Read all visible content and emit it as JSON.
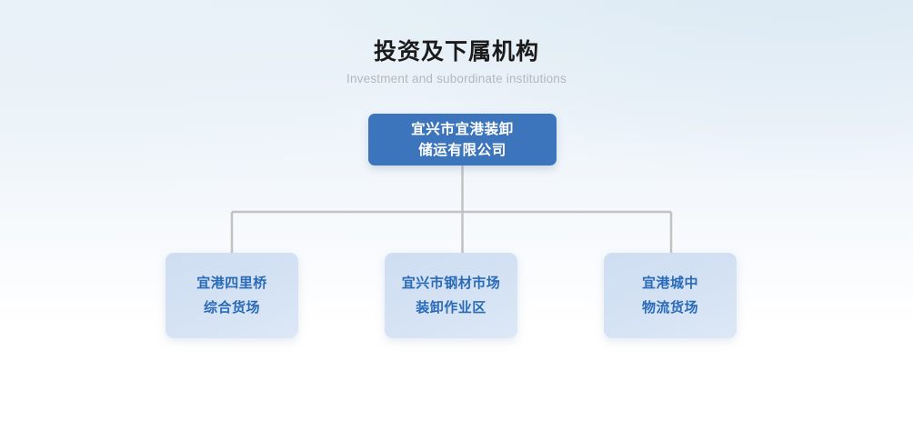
{
  "header": {
    "title": "投资及下属机构",
    "subtitle": "Investment and subordinate institutions"
  },
  "colors": {
    "root_fill": "#3d75bc",
    "root_text": "#ffffff",
    "child_fill": "#d3e1f3",
    "child_text": "#2a6bb8",
    "connector": "#c2c2c2",
    "title_text": "#1b1b1b",
    "subtitle_text": "#b4b8bc",
    "background_top": "#e6f0f7",
    "background_bottom": "#ffffff"
  },
  "chart_data": {
    "type": "diagram",
    "diagram_type": "org-chart",
    "title": "投资及下属机构",
    "subtitle": "Investment and subordinate institutions",
    "root": {
      "id": "root",
      "lines": [
        "宜兴市宜港装卸",
        "储运有限公司"
      ],
      "full_text": "宜兴市宜港装卸储运有限公司"
    },
    "children": [
      {
        "id": "child-0",
        "lines": [
          "宜港四里桥",
          "综合货场"
        ],
        "full_text": "宜港四里桥综合货场"
      },
      {
        "id": "child-1",
        "lines": [
          "宜兴市钢材市场",
          "装卸作业区"
        ],
        "full_text": "宜兴市钢材市场装卸作业区"
      },
      {
        "id": "child-2",
        "lines": [
          "宜港城中",
          "物流货场"
        ],
        "full_text": "宜港城中物流货场"
      }
    ]
  }
}
